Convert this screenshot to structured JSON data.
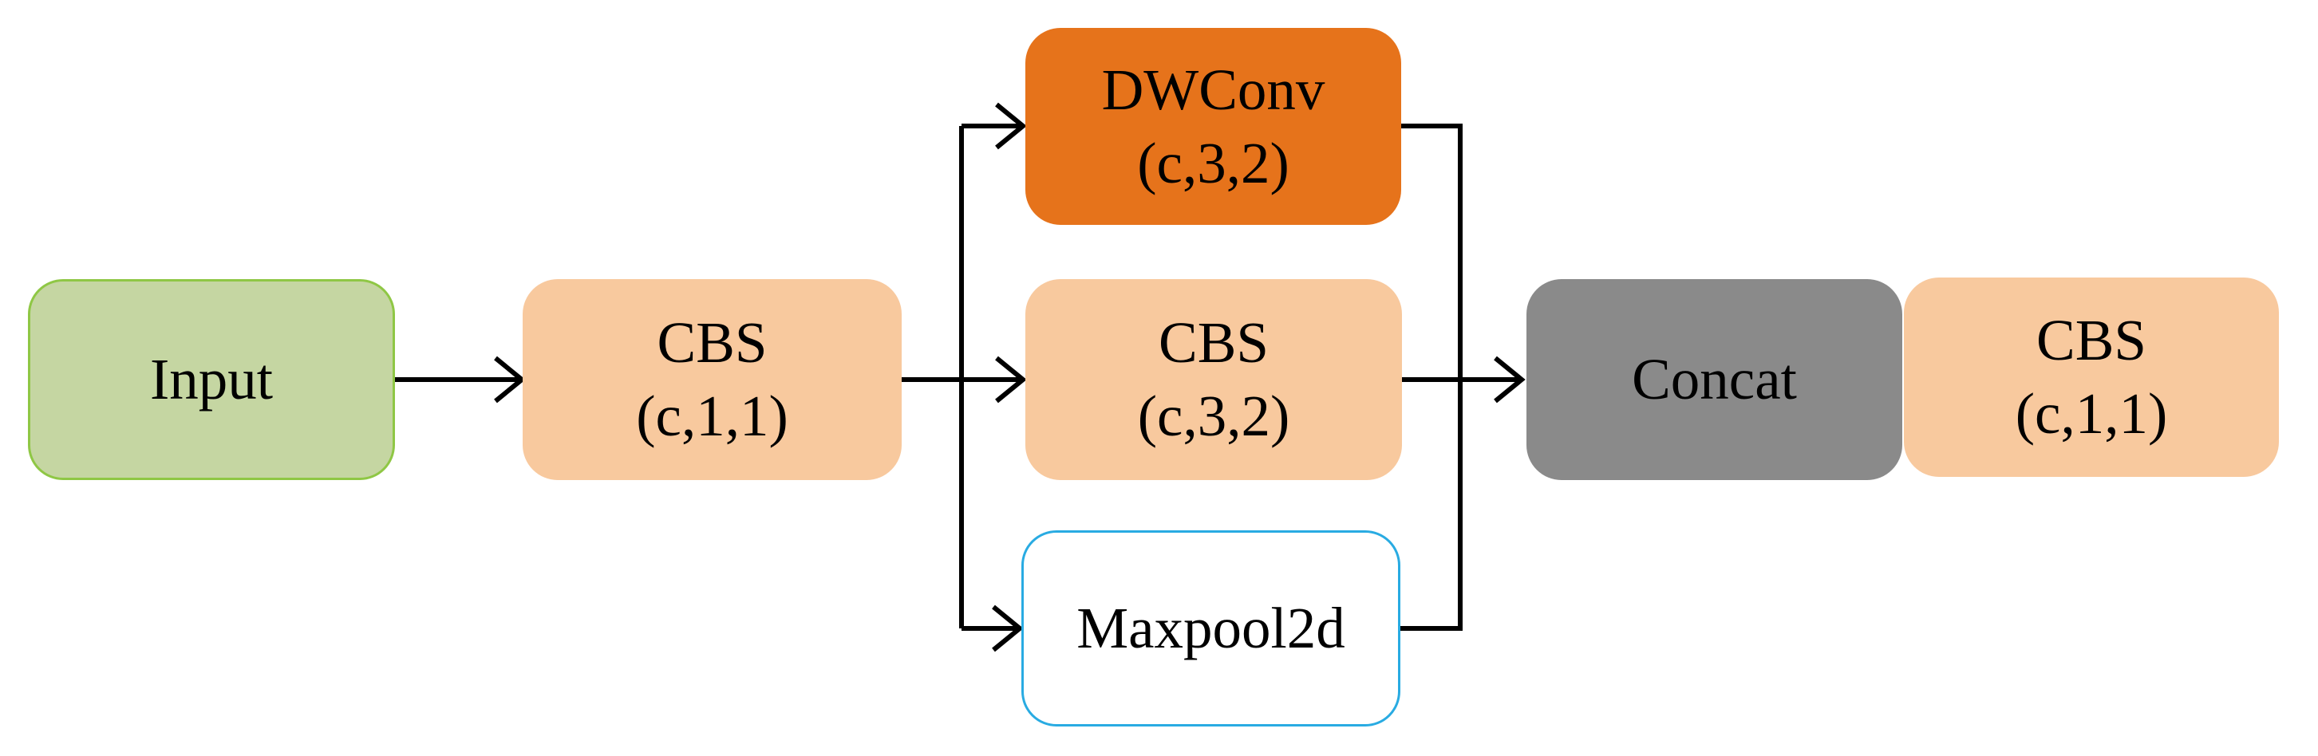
{
  "figure": {
    "type": "architecture-diagram",
    "background": "#ffffff",
    "line_color": "#000000",
    "nodes": {
      "input": {
        "label": "Input",
        "fill": "#c5d6a2",
        "border": "#8fc745"
      },
      "cbs1": {
        "label": "CBS",
        "sublabel": "(c,1,1)",
        "fill": "#f8c99e"
      },
      "dwconv": {
        "label": "DWConv",
        "sublabel": "(c,3,2)",
        "fill": "#e6731b"
      },
      "cbs2": {
        "label": "CBS",
        "sublabel": "(c,3,2)",
        "fill": "#f8c99e"
      },
      "maxpool": {
        "label": "Maxpool2d",
        "fill": "#ffffff",
        "border": "#29abe2"
      },
      "concat": {
        "label": "Concat",
        "fill": "#8a8a8a"
      },
      "cbs3": {
        "label": "CBS",
        "sublabel": "(c,1,1)",
        "fill": "#f8c99e"
      }
    },
    "edges": [
      {
        "from": "input",
        "to": "cbs1"
      },
      {
        "from": "cbs1",
        "to": "dwconv"
      },
      {
        "from": "cbs1",
        "to": "cbs2"
      },
      {
        "from": "cbs1",
        "to": "maxpool"
      },
      {
        "from": "dwconv",
        "to": "concat"
      },
      {
        "from": "cbs2",
        "to": "concat"
      },
      {
        "from": "maxpool",
        "to": "concat"
      },
      {
        "from": "concat",
        "to": "cbs3"
      }
    ]
  }
}
